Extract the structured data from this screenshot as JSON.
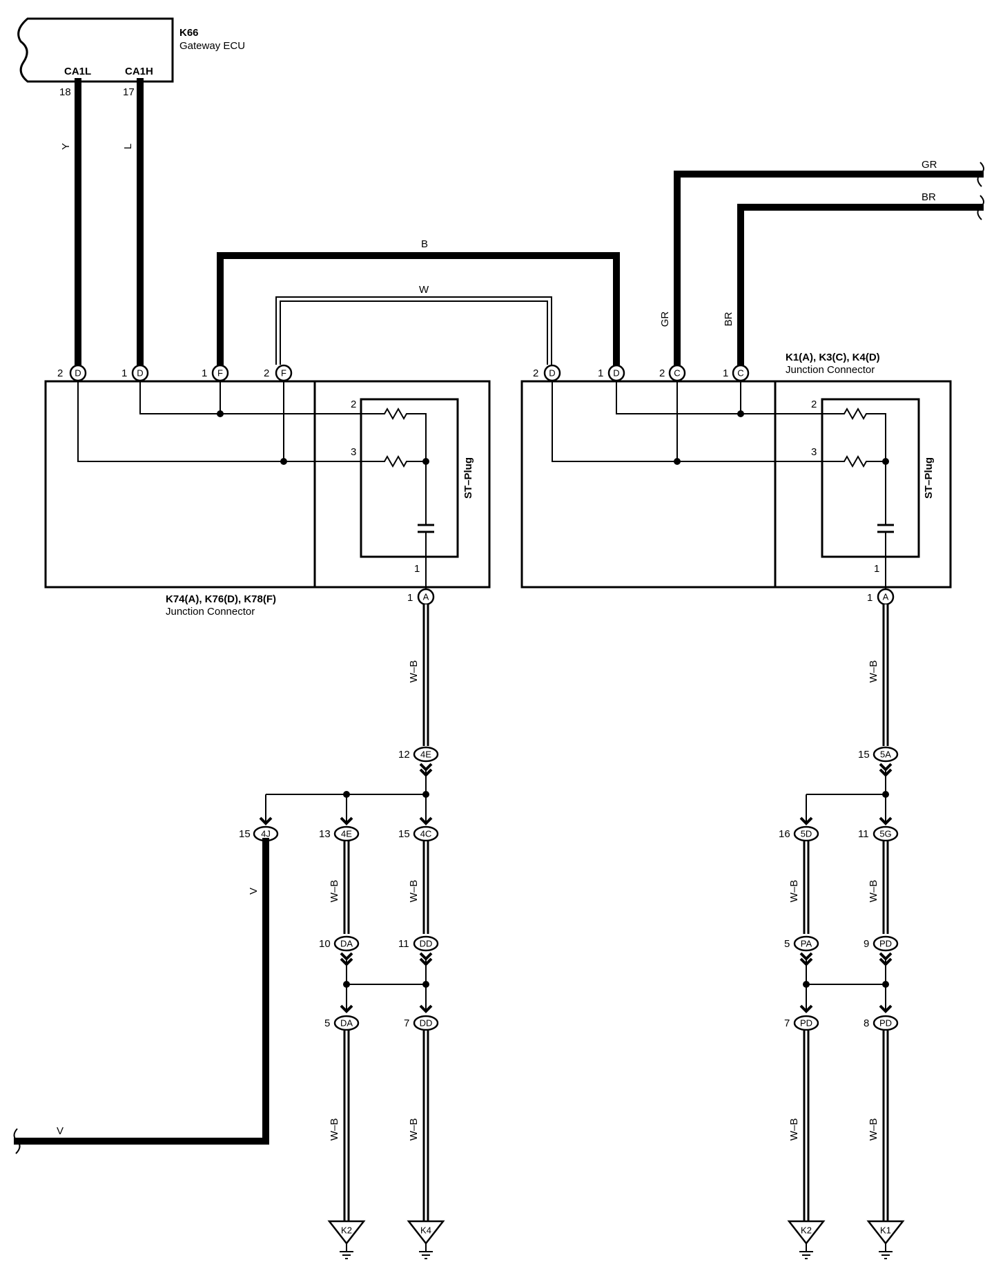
{
  "ecu": {
    "id": "K66",
    "name": "Gateway ECU",
    "pin_left_label": "CA1L",
    "pin_right_label": "CA1H",
    "pin_left_no": "18",
    "pin_right_no": "17"
  },
  "wires": {
    "y": "Y",
    "l": "L",
    "b": "B",
    "w": "W",
    "gr": "GR",
    "br": "BR",
    "gr_top": "GR",
    "br_top": "BR",
    "wb": "W–B",
    "v": "V"
  },
  "jc_left": {
    "title": "K74(A), K76(D), K78(F)",
    "subtitle": "Junction Connector",
    "plug": "ST–Plug",
    "top_pins": [
      {
        "no": "2",
        "id": "D"
      },
      {
        "no": "1",
        "id": "D"
      },
      {
        "no": "1",
        "id": "F"
      },
      {
        "no": "2",
        "id": "F"
      }
    ],
    "r2": "2",
    "r3": "3",
    "c1": "1",
    "bottom_no": "1",
    "bottom_id": "A"
  },
  "jc_right": {
    "title": "K1(A), K3(C), K4(D)",
    "subtitle": "Junction Connector",
    "plug": "ST–Plug",
    "top_pins": [
      {
        "no": "2",
        "id": "D"
      },
      {
        "no": "1",
        "id": "D"
      },
      {
        "no": "2",
        "id": "C"
      },
      {
        "no": "1",
        "id": "C"
      }
    ],
    "r2": "2",
    "r3": "3",
    "c1": "1",
    "bottom_no": "1",
    "bottom_id": "A"
  },
  "left_harness": {
    "c_4e_top": {
      "no": "12",
      "id": "4E"
    },
    "c_4j": {
      "no": "15",
      "id": "4J"
    },
    "c_4e": {
      "no": "13",
      "id": "4E"
    },
    "c_4c": {
      "no": "15",
      "id": "4C"
    },
    "c_da_up": {
      "no": "10",
      "id": "DA"
    },
    "c_dd_up": {
      "no": "11",
      "id": "DD"
    },
    "c_da_lo": {
      "no": "5",
      "id": "DA"
    },
    "c_dd_lo": {
      "no": "7",
      "id": "DD"
    },
    "gnd_a": "K2",
    "gnd_b": "K4"
  },
  "right_harness": {
    "c_5a": {
      "no": "15",
      "id": "5A"
    },
    "c_5d": {
      "no": "16",
      "id": "5D"
    },
    "c_5g": {
      "no": "11",
      "id": "5G"
    },
    "c_pa": {
      "no": "5",
      "id": "PA"
    },
    "c_pd_up": {
      "no": "9",
      "id": "PD"
    },
    "c_pd_l": {
      "no": "7",
      "id": "PD"
    },
    "c_pd_r": {
      "no": "8",
      "id": "PD"
    },
    "gnd_a": "K2",
    "gnd_b": "K1"
  }
}
